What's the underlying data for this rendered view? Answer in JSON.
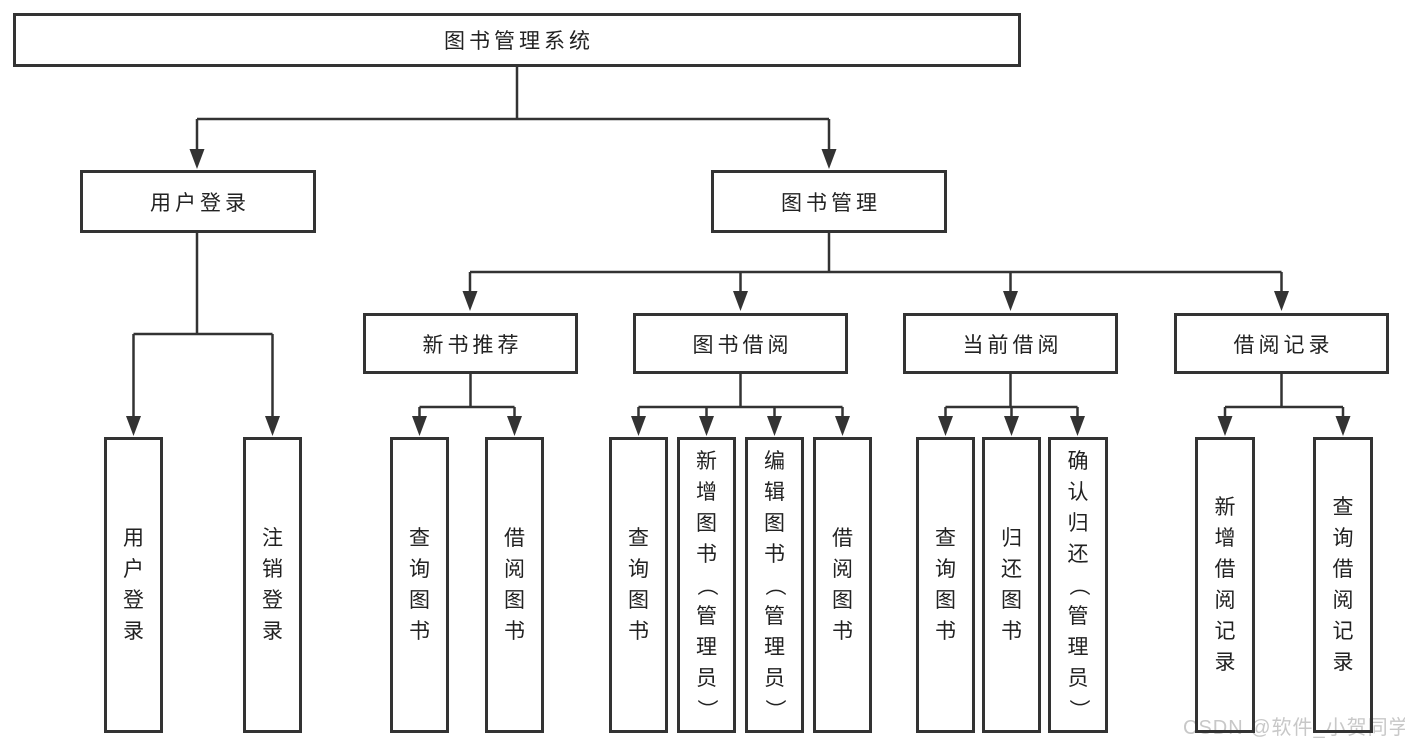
{
  "nodes": {
    "root": "图书管理系统",
    "user_login_group": "用户登录",
    "book_management_group": "图书管理",
    "new_book_recommend": "新书推荐",
    "book_borrowing": "图书借阅",
    "current_borrowing": "当前借阅",
    "borrowing_records": "借阅记录",
    "leaf_user_login": "用户登录",
    "leaf_logout_login": "注销登录",
    "leaf_query_books_a": "查询图书",
    "leaf_borrow_books_a": "借阅图书",
    "leaf_query_books_b": "查询图书",
    "leaf_add_books_admin": "新增图书（管理员）",
    "leaf_edit_books_admin": "编辑图书（管理员）",
    "leaf_borrow_books_b": "借阅图书",
    "leaf_query_books_c": "查询图书",
    "leaf_return_books": "归还图书",
    "leaf_confirm_return_admin": "确认归还（管理员）",
    "leaf_add_borrow_record": "新增借阅记录",
    "leaf_query_borrow_record": "查询借阅记录"
  },
  "watermark": {
    "text": "CSDN @软件_小贺同学"
  },
  "colors": {
    "background": "#ffffff",
    "line": "#333333",
    "box_border": "#333333",
    "text": "#222222",
    "watermark": "#c8c8c8"
  }
}
